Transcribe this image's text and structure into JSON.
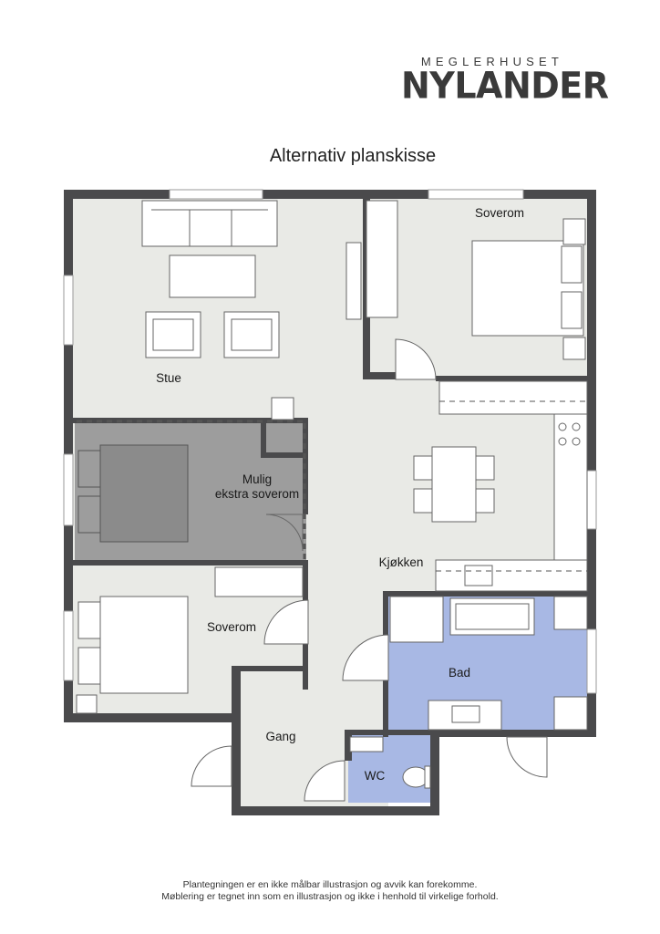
{
  "logo": {
    "top": "MEGLERHUSET",
    "main": "NYLANDER"
  },
  "title": "Alternativ planskisse",
  "rooms": {
    "stue": "Stue",
    "soverom_top": "Soverom",
    "mulig_line1": "Mulig",
    "mulig_line2": "ekstra soverom",
    "kjokken": "Kjøkken",
    "soverom_bottom": "Soverom",
    "bad": "Bad",
    "gang": "Gang",
    "wc": "WC"
  },
  "footer": {
    "line1": "Plantegningen er en ikke målbar illustrasjon og avvik kan forekomme.",
    "line2": "Møblering er tegnet inn som en illustrasjon og ikke i henhold til virkelige forhold."
  },
  "colors": {
    "wall": "#4a4a4c",
    "floor": "#e9eae6",
    "extra_room": "#9b9b9b",
    "bath": "#a8b8e4",
    "furniture": "#ffffff"
  }
}
